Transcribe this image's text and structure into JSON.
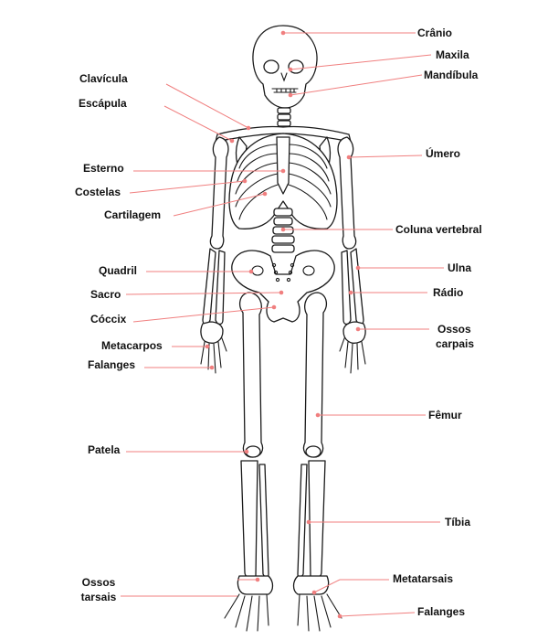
{
  "colors": {
    "leader": "#f07f7f",
    "bone_stroke": "#1a1a1a",
    "text": "#111111"
  },
  "labels": {
    "cranio": "Crânio",
    "maxila": "Maxila",
    "mandibula": "Mandíbula",
    "umero": "Úmero",
    "coluna": "Coluna vertebral",
    "ulna": "Ulna",
    "radio": "Rádio",
    "carpais_1": "Ossos",
    "carpais_2": "carpais",
    "femur": "Fêmur",
    "tibia": "Tíbia",
    "metatarsais": "Metatarsais",
    "falanges_pe": "Falanges",
    "clavicula": "Clavícula",
    "escapula": "Escápula",
    "esterno": "Esterno",
    "costelas": "Costelas",
    "cartilagem": "Cartilagem",
    "quadril": "Quadril",
    "sacro": "Sacro",
    "coccix": "Cóccix",
    "metacarpos": "Metacarpos",
    "falanges_mao": "Falanges",
    "patela": "Patela",
    "tarsais_1": "Ossos",
    "tarsais_2": "tarsais"
  }
}
